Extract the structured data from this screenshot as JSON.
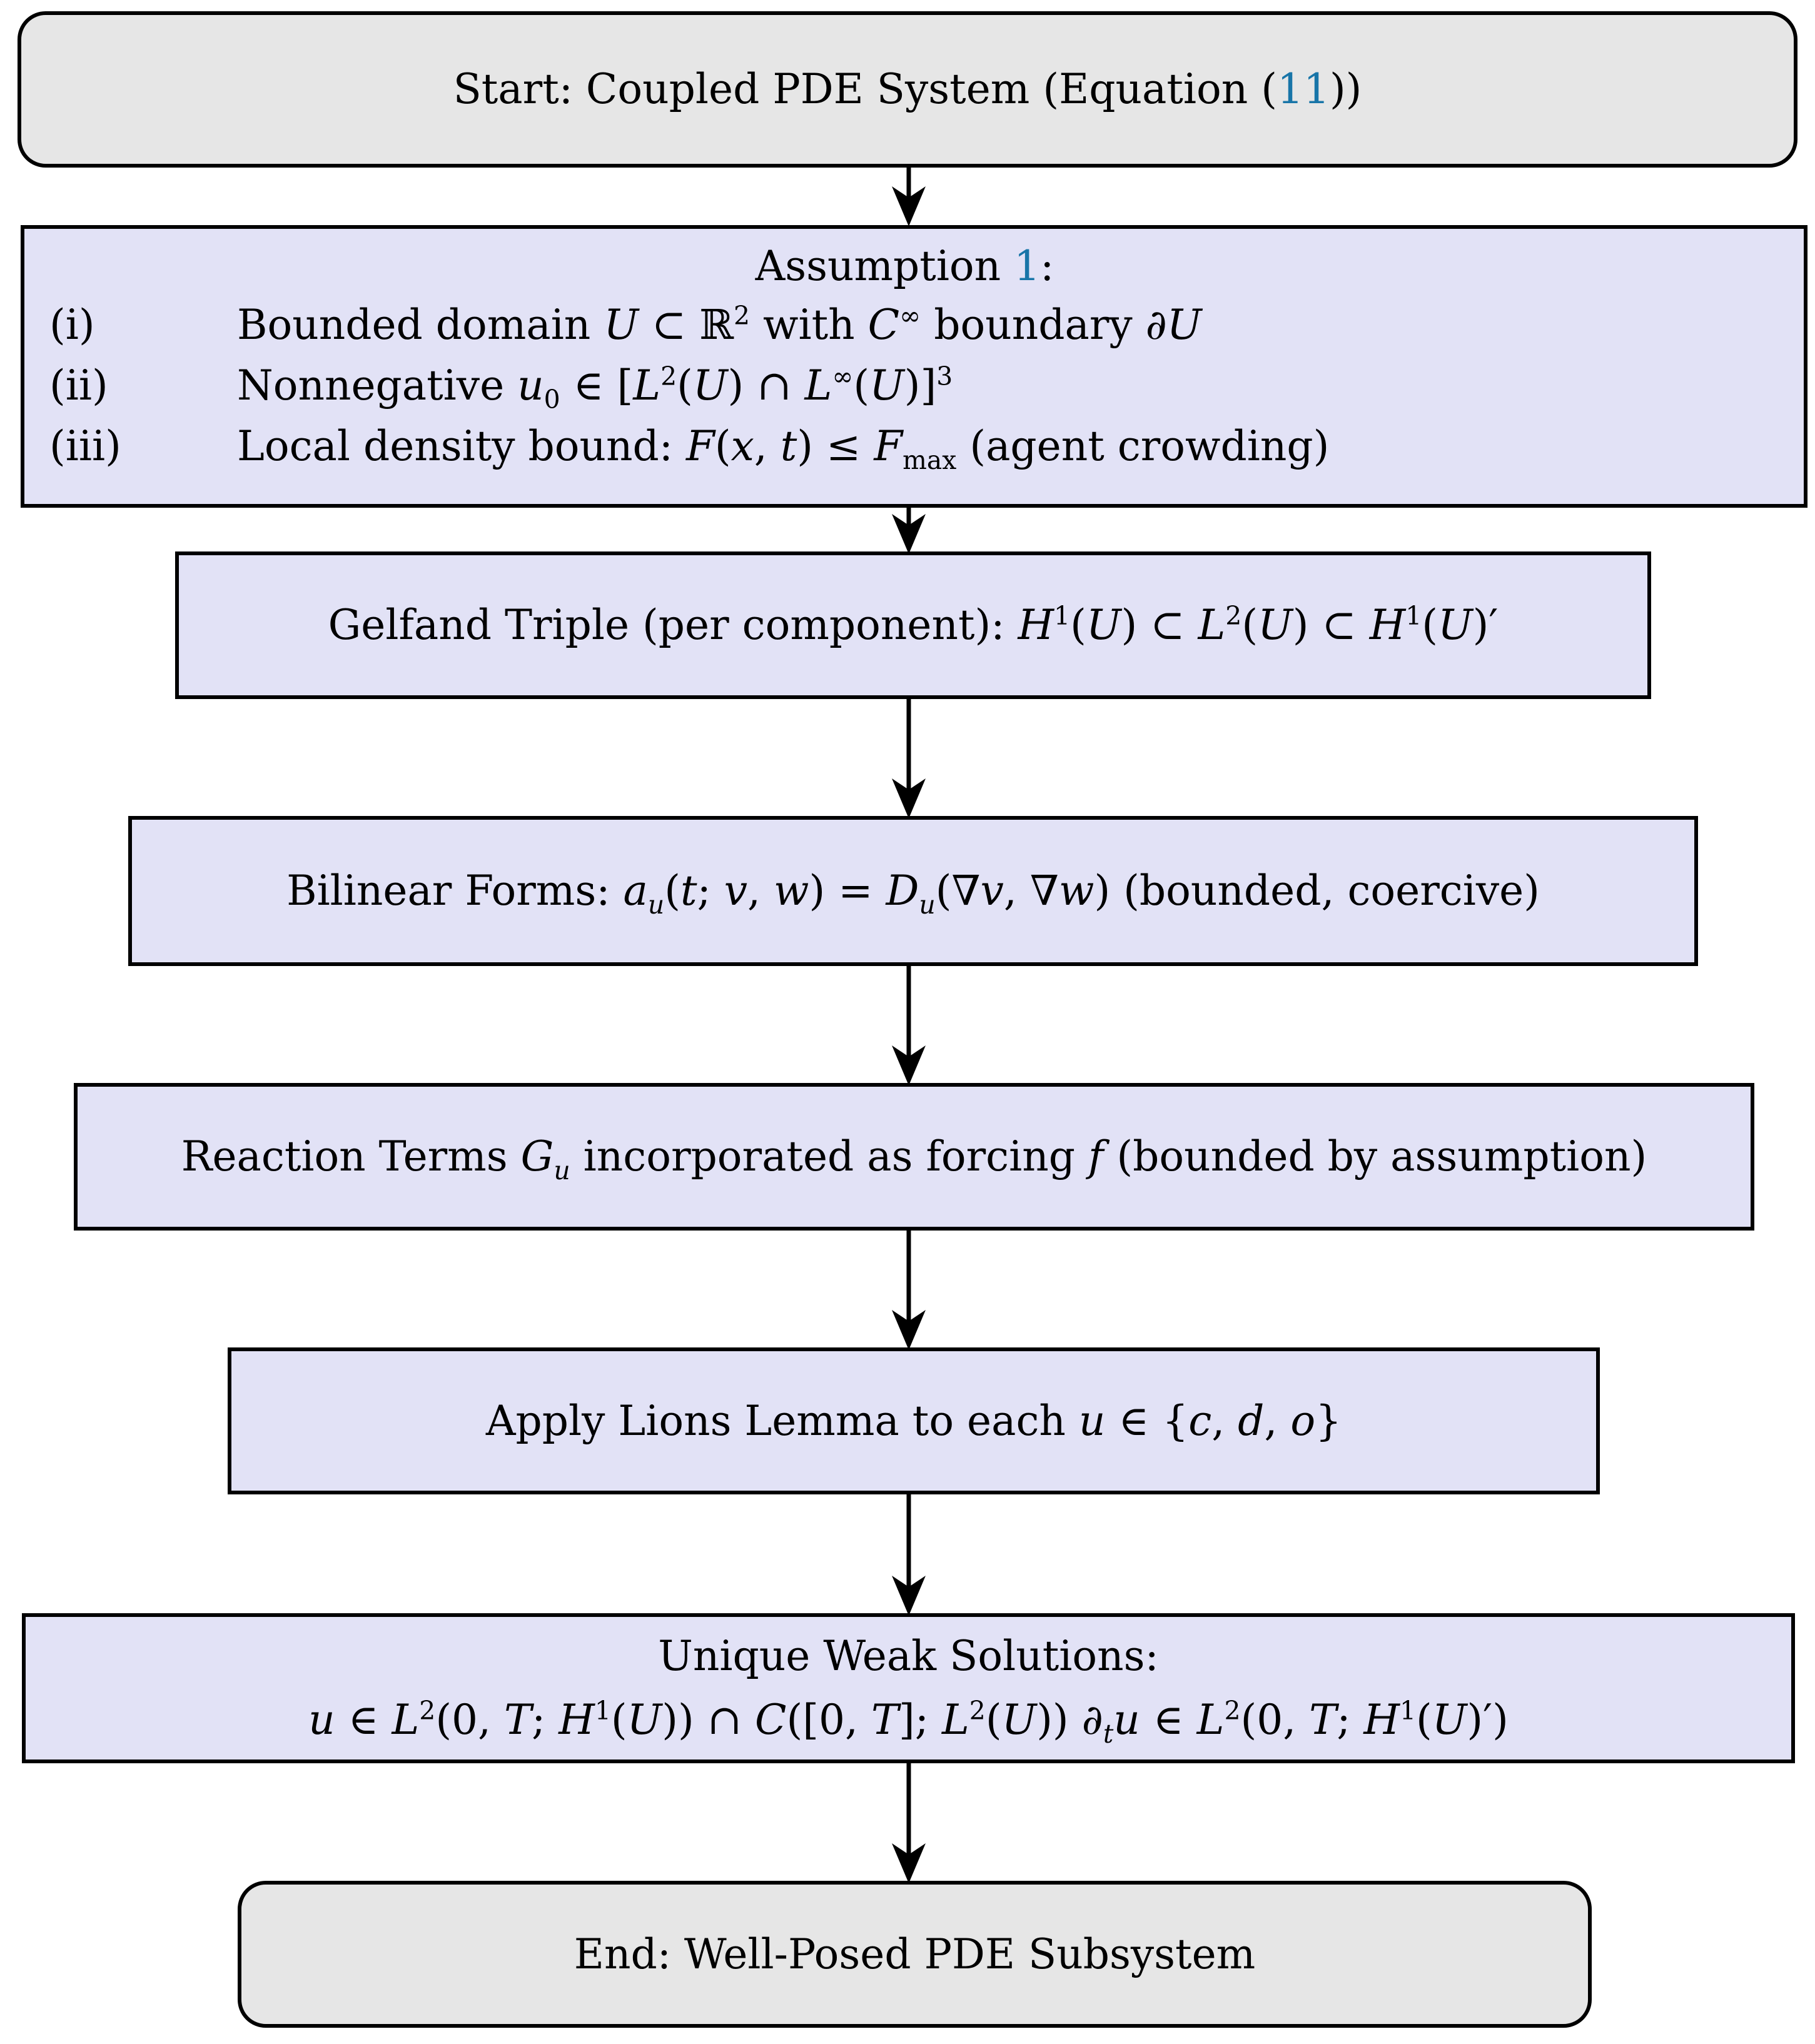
{
  "colors": {
    "node_fill": "#e2e2f6",
    "terminal_fill": "#e6e6e6",
    "border": "#000000",
    "link": "#1875a8"
  },
  "nodes": {
    "start": {
      "rich": [
        {
          "t": "text",
          "v": "Start: Coupled PDE System (Equation ("
        },
        {
          "t": "link",
          "v": "11",
          "name": "equation-11-link"
        },
        {
          "t": "text",
          "v": "))"
        }
      ]
    },
    "assumption": {
      "title": [
        {
          "t": "text",
          "v": "Assumption "
        },
        {
          "t": "link",
          "v": "1",
          "name": "assumption-1-link"
        },
        {
          "t": "text",
          "v": ":"
        }
      ],
      "items": [
        {
          "label": "(i)",
          "rich": [
            {
              "t": "text",
              "v": "Bounded domain "
            },
            {
              "t": "i",
              "v": "U"
            },
            {
              "t": "text",
              "v": " ⊂ ℝ"
            },
            {
              "t": "sup",
              "v": "2"
            },
            {
              "t": "text",
              "v": " with "
            },
            {
              "t": "i",
              "v": "C"
            },
            {
              "t": "sup",
              "v": "∞"
            },
            {
              "t": "text",
              "v": " boundary "
            },
            {
              "t": "i",
              "v": "∂U"
            }
          ]
        },
        {
          "label": "(ii)",
          "rich": [
            {
              "t": "text",
              "v": "Nonnegative "
            },
            {
              "t": "i",
              "v": "u"
            },
            {
              "t": "sub",
              "v": "0"
            },
            {
              "t": "text",
              "v": " ∈ ["
            },
            {
              "t": "i",
              "v": "L"
            },
            {
              "t": "sup",
              "v": "2"
            },
            {
              "t": "text",
              "v": "("
            },
            {
              "t": "i",
              "v": "U"
            },
            {
              "t": "text",
              "v": ") ∩ "
            },
            {
              "t": "i",
              "v": "L"
            },
            {
              "t": "sup",
              "v": "∞"
            },
            {
              "t": "text",
              "v": "("
            },
            {
              "t": "i",
              "v": "U"
            },
            {
              "t": "text",
              "v": ")]"
            },
            {
              "t": "sup",
              "v": "3"
            }
          ]
        },
        {
          "label": "(iii)",
          "rich": [
            {
              "t": "text",
              "v": "Local density bound: "
            },
            {
              "t": "i",
              "v": "F"
            },
            {
              "t": "text",
              "v": "("
            },
            {
              "t": "i",
              "v": "x"
            },
            {
              "t": "text",
              "v": ", "
            },
            {
              "t": "i",
              "v": "t"
            },
            {
              "t": "text",
              "v": ") ≤ "
            },
            {
              "t": "i",
              "v": "F"
            },
            {
              "t": "sub",
              "v": "max"
            },
            {
              "t": "text",
              "v": " (agent crowding)"
            }
          ]
        }
      ]
    },
    "gelfand": {
      "rich": [
        {
          "t": "text",
          "v": "Gelfand Triple (per component): "
        },
        {
          "t": "i",
          "v": "H"
        },
        {
          "t": "sup",
          "v": "1"
        },
        {
          "t": "text",
          "v": "("
        },
        {
          "t": "i",
          "v": "U"
        },
        {
          "t": "text",
          "v": ") ⊂ "
        },
        {
          "t": "i",
          "v": "L"
        },
        {
          "t": "sup",
          "v": "2"
        },
        {
          "t": "text",
          "v": "("
        },
        {
          "t": "i",
          "v": "U"
        },
        {
          "t": "text",
          "v": ") ⊂ "
        },
        {
          "t": "i",
          "v": "H"
        },
        {
          "t": "sup",
          "v": "1"
        },
        {
          "t": "text",
          "v": "("
        },
        {
          "t": "i",
          "v": "U"
        },
        {
          "t": "text",
          "v": ")′"
        }
      ]
    },
    "bilinear": {
      "rich": [
        {
          "t": "text",
          "v": "Bilinear Forms: "
        },
        {
          "t": "i",
          "v": "a"
        },
        {
          "t": "isub",
          "v": "u"
        },
        {
          "t": "text",
          "v": "("
        },
        {
          "t": "i",
          "v": "t"
        },
        {
          "t": "text",
          "v": "; "
        },
        {
          "t": "i",
          "v": "v"
        },
        {
          "t": "text",
          "v": ", "
        },
        {
          "t": "i",
          "v": "w"
        },
        {
          "t": "text",
          "v": ") = "
        },
        {
          "t": "i",
          "v": "D"
        },
        {
          "t": "isub",
          "v": "u"
        },
        {
          "t": "text",
          "v": "(∇"
        },
        {
          "t": "i",
          "v": "v"
        },
        {
          "t": "text",
          "v": ", ∇"
        },
        {
          "t": "i",
          "v": "w"
        },
        {
          "t": "text",
          "v": ") (bounded, coercive)"
        }
      ]
    },
    "reaction": {
      "rich": [
        {
          "t": "text",
          "v": "Reaction Terms "
        },
        {
          "t": "i",
          "v": "G"
        },
        {
          "t": "isub",
          "v": "u"
        },
        {
          "t": "text",
          "v": " incorporated as forcing "
        },
        {
          "t": "i",
          "v": "f"
        },
        {
          "t": "text",
          "v": " (bounded by assumption)"
        }
      ]
    },
    "lions": {
      "rich": [
        {
          "t": "text",
          "v": "Apply Lions Lemma to each "
        },
        {
          "t": "i",
          "v": "u"
        },
        {
          "t": "text",
          "v": " ∈ {"
        },
        {
          "t": "i",
          "v": "c"
        },
        {
          "t": "text",
          "v": ", "
        },
        {
          "t": "i",
          "v": "d"
        },
        {
          "t": "text",
          "v": ", "
        },
        {
          "t": "i",
          "v": "o"
        },
        {
          "t": "text",
          "v": "}"
        }
      ]
    },
    "unique": {
      "line1": [
        {
          "t": "text",
          "v": "Unique Weak Solutions:"
        }
      ],
      "line2": [
        {
          "t": "i",
          "v": "u"
        },
        {
          "t": "text",
          "v": " ∈ "
        },
        {
          "t": "i",
          "v": "L"
        },
        {
          "t": "sup",
          "v": "2"
        },
        {
          "t": "text",
          "v": "(0, "
        },
        {
          "t": "i",
          "v": "T"
        },
        {
          "t": "text",
          "v": "; "
        },
        {
          "t": "i",
          "v": "H"
        },
        {
          "t": "sup",
          "v": "1"
        },
        {
          "t": "text",
          "v": "("
        },
        {
          "t": "i",
          "v": "U"
        },
        {
          "t": "text",
          "v": ")) ∩ "
        },
        {
          "t": "i",
          "v": "C"
        },
        {
          "t": "text",
          "v": "([0, "
        },
        {
          "t": "i",
          "v": "T"
        },
        {
          "t": "text",
          "v": "]; "
        },
        {
          "t": "i",
          "v": "L"
        },
        {
          "t": "sup",
          "v": "2"
        },
        {
          "t": "text",
          "v": "("
        },
        {
          "t": "i",
          "v": "U"
        },
        {
          "t": "text",
          "v": ")) "
        },
        {
          "t": "i",
          "v": "∂"
        },
        {
          "t": "isub",
          "v": "t"
        },
        {
          "t": "i",
          "v": "u"
        },
        {
          "t": "text",
          "v": " ∈ "
        },
        {
          "t": "i",
          "v": "L"
        },
        {
          "t": "sup",
          "v": "2"
        },
        {
          "t": "text",
          "v": "(0, "
        },
        {
          "t": "i",
          "v": "T"
        },
        {
          "t": "text",
          "v": "; "
        },
        {
          "t": "i",
          "v": "H"
        },
        {
          "t": "sup",
          "v": "1"
        },
        {
          "t": "text",
          "v": "("
        },
        {
          "t": "i",
          "v": "U"
        },
        {
          "t": "text",
          "v": ")′)"
        }
      ]
    },
    "end": {
      "rich": [
        {
          "t": "text",
          "v": "End: Well-Posed PDE Subsystem"
        }
      ]
    }
  }
}
